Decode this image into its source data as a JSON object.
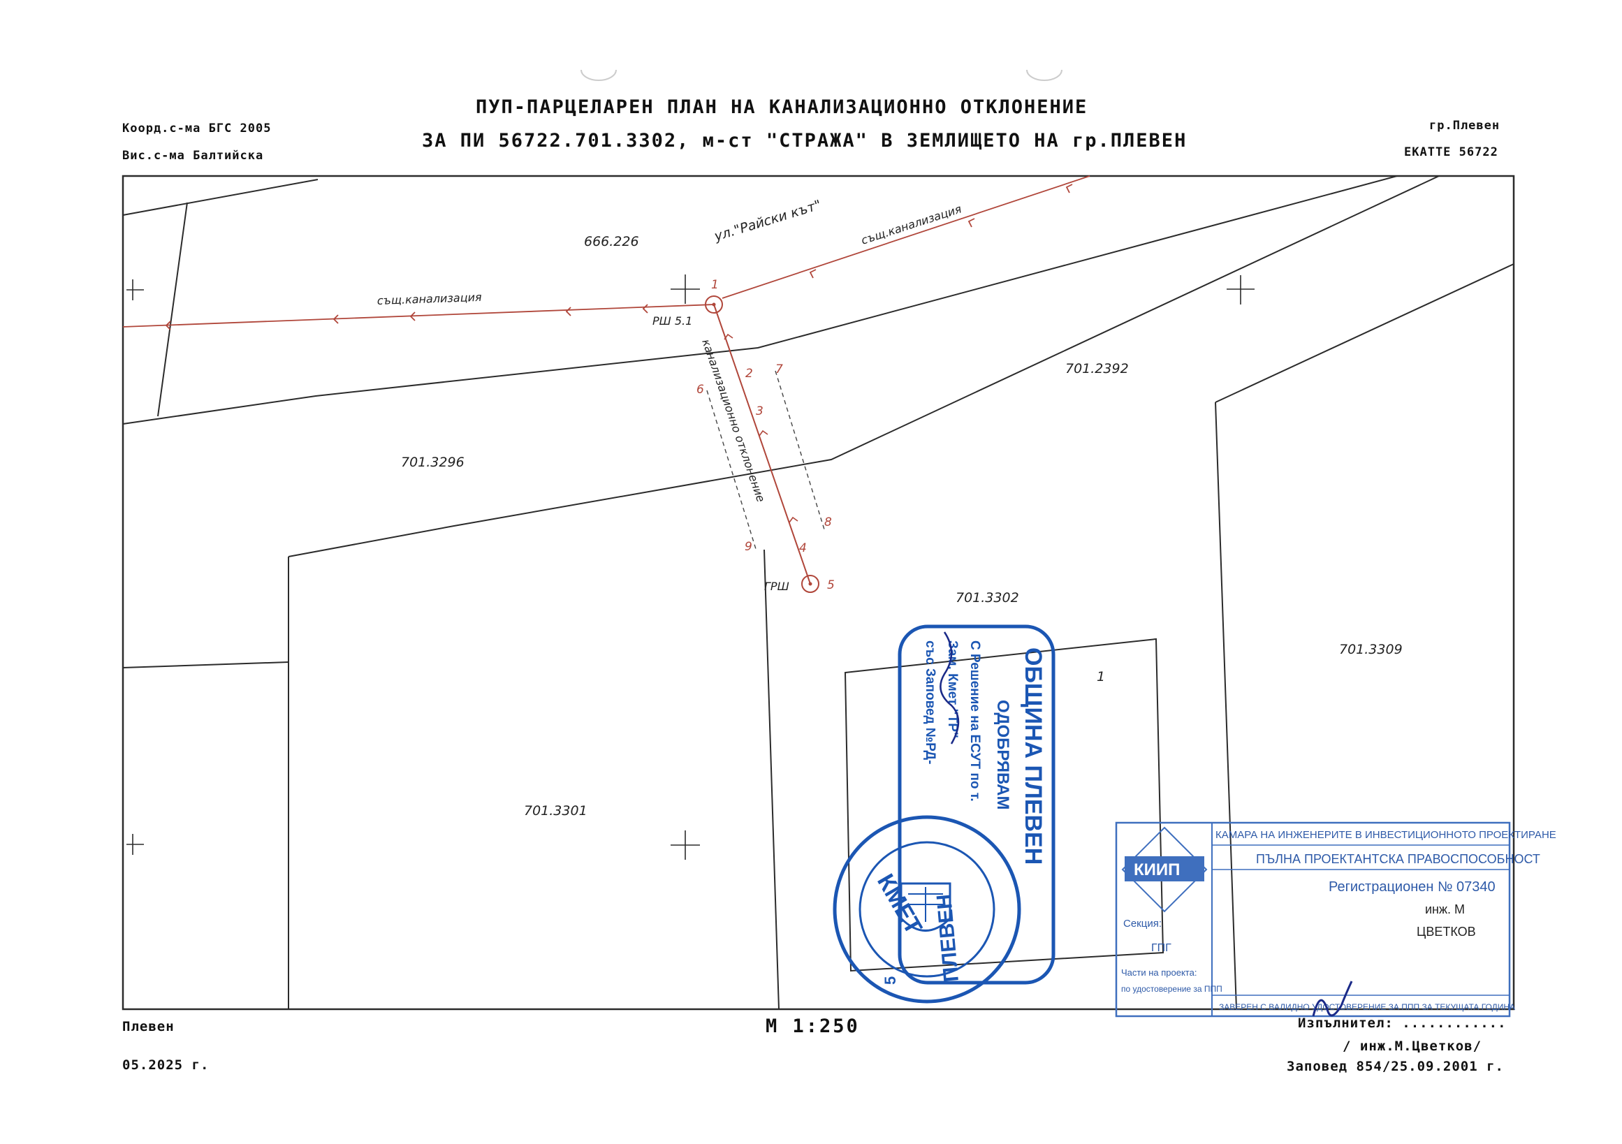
{
  "header": {
    "title_line1": "ПУП-ПАРЦЕЛАРЕН ПЛАН НА КАНАЛИЗАЦИОННО ОТКЛОНЕНИЕ",
    "title_line2": "ЗА ПИ 56722.701.3302, м-ст \"СТРАЖА\" В ЗЕМЛИЩЕТО НА гр.ПЛЕВЕН",
    "coord_system": "Коорд.с-ма БГС 2005",
    "height_system": "Вис.с-ма Балтийска",
    "town": "гр.Плевен",
    "ekatte": "ЕКАТТЕ 56722"
  },
  "map": {
    "street": "ул.\"Райски кът\"",
    "sewer_label": "същ.канализация",
    "deviation_label": "канализационно отклонение",
    "parcels": {
      "p666": "666.226",
      "p2392": "701.2392",
      "p3296": "701.3296",
      "p3302": "701.3302",
      "p3309": "701.3309",
      "p3301": "701.3301"
    },
    "building_number": "1",
    "manholes": {
      "rsh": "РШ 5.1",
      "grsh": "ГРШ"
    },
    "points": [
      "1",
      "2",
      "3",
      "4",
      "5",
      "6",
      "7",
      "8",
      "9"
    ]
  },
  "stamp_municipality": {
    "name": "ОБЩИНА ПЛЕВЕН",
    "approved": "ОДОБРЯВАМ",
    "line1": "С Решение на ЕСУТ по т.",
    "line2": "Зам. Кмет \"ТР\"",
    "line3": "със Заповед №РД-",
    "round_title": "КМЕТ",
    "round_bottom": "ПЛЕВЕН",
    "round_number": "5"
  },
  "stamp_chamber": {
    "header": "КАМАРА НА ИНЖЕНЕРИТЕ В ИНВЕСТИЦИОННОТО ПРОЕКТИРАНЕ",
    "capacity": "ПЪЛНА ПРОЕКТАНТСКА ПРАВОСПОСОБНОСТ",
    "logo": "КИИП",
    "reg": "Регистрационен № 07340",
    "name1": "инж. М",
    "name2": "ЦВЕТКОВ",
    "section_label": "Секция:",
    "section": "ГПГ",
    "parts_label": "Части на проекта:",
    "parts": "по удостоверение за ППП",
    "footer": "ЗАВЕРЕН С ВАЛИДНО УДОСТОВЕРЕНИЕ ЗА ППП ЗА ТЕКУЩАТА ГОДИНА"
  },
  "footer": {
    "place": "Плевен",
    "date": "05.2025 г.",
    "scale": "М 1:250",
    "executor": "Изпълнител: ............",
    "engineer": "/ инж.М.Цветков/",
    "order": "Заповед 854/25.09.2001 г."
  },
  "colors": {
    "line": "#2b2b2b",
    "sewer": "#b0463a",
    "stamp_blue": "#1b56b3",
    "stamp_blue_light": "#3f6fbe"
  }
}
